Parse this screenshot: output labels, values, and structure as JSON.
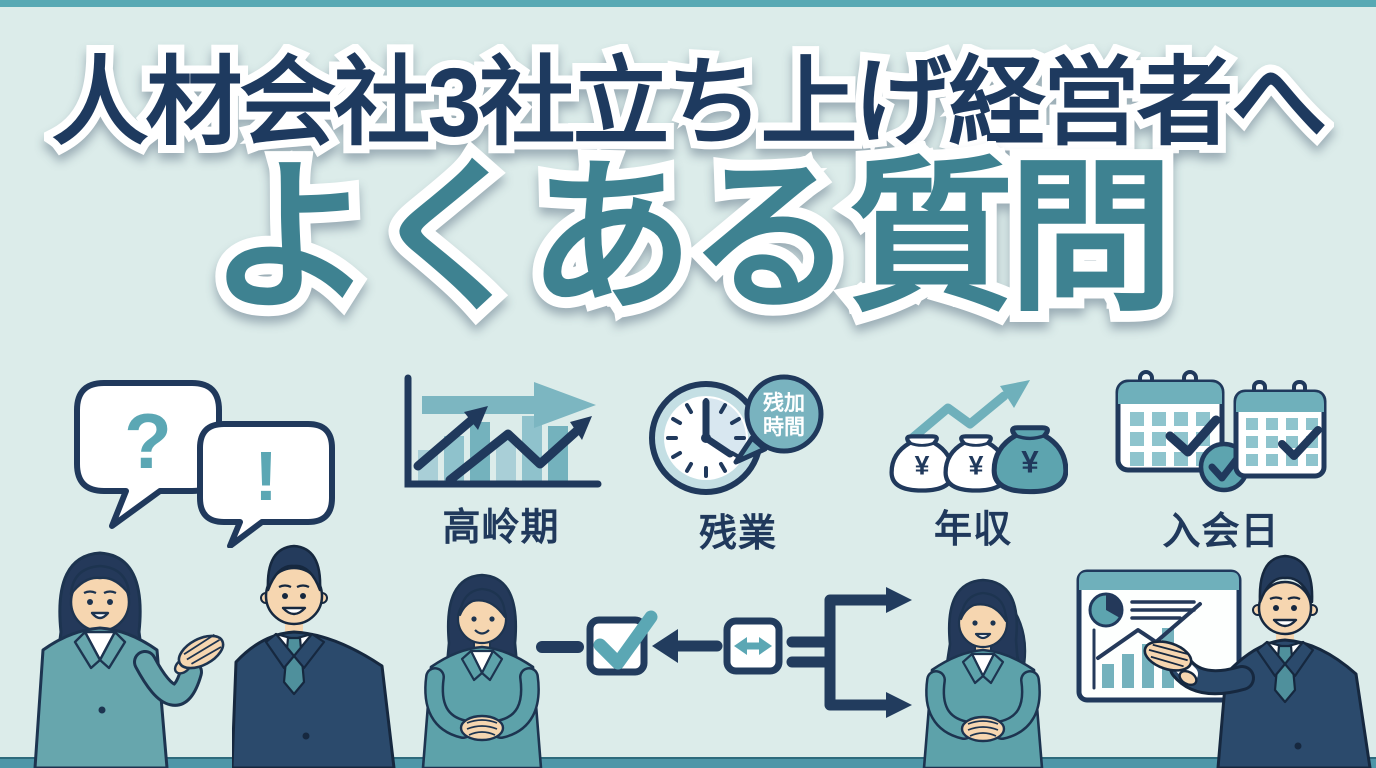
{
  "header": {
    "title_line1": "人材会社3社立ち上げ経営者へ",
    "title_line2": "よくある質問"
  },
  "qa": {
    "question_mark": "?",
    "exclamation_mark": "!"
  },
  "icons": [
    {
      "name": "growth-chart",
      "label": "高岭期"
    },
    {
      "name": "overtime-clock",
      "label": "残業",
      "bubble_line1": "残加",
      "bubble_line2": "時間"
    },
    {
      "name": "annual-income",
      "label": "年収",
      "yen": "¥"
    },
    {
      "name": "join-date",
      "label": "入会日"
    }
  ],
  "colors": {
    "background": "#dcecea",
    "navy": "#1e3a5f",
    "teal_title": "#3e8291",
    "teal_accent": "#5ba7b4",
    "top_strip": "#58a9b4",
    "floor": "#4e96a8"
  }
}
